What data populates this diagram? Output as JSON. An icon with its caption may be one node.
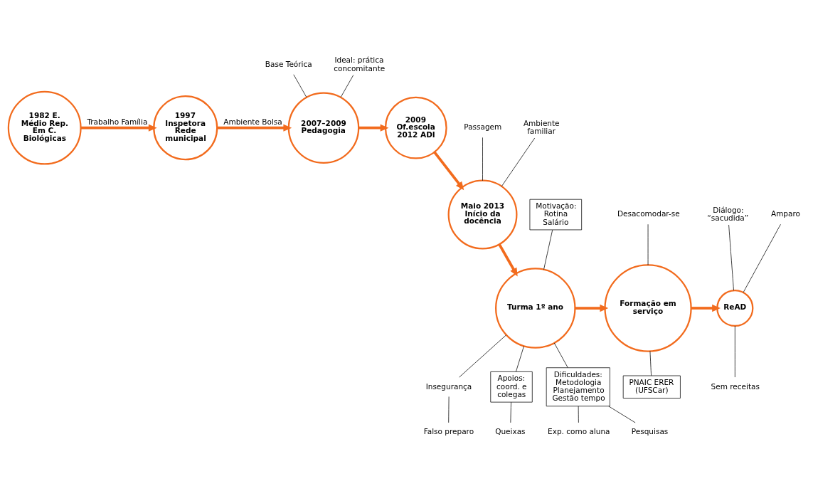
{
  "diagram": {
    "nodes": [
      {
        "text": [
          "1982 E. Médio Rep. Em C. Biológicas"
        ]
      },
      {
        "text": [
          "1997 Inspetora Rede municipal"
        ]
      },
      {
        "text": [
          "2007–2009 Pedagogia"
        ]
      },
      {
        "text": [
          "2009 Of.escola",
          "2012 ADI"
        ]
      },
      {
        "text": [
          "Maio 2013 Início da docência"
        ]
      },
      {
        "text": [
          "Turma 1º ano"
        ]
      },
      {
        "text": [
          "Formação em serviço"
        ]
      },
      {
        "text": [
          "ReAD"
        ]
      },
      {
        "text": [
          "Base Teórica"
        ]
      },
      {
        "text": [
          "Ideal: prática concomitante"
        ]
      },
      {
        "text": [
          "Passagem"
        ]
      },
      {
        "text": [
          "Ambiente familiar"
        ]
      },
      {
        "text": [
          "Motivação: Rotina Salário"
        ]
      },
      {
        "text": [
          "Insegurança"
        ]
      },
      {
        "text": [
          "Falso preparo"
        ]
      },
      {
        "text": [
          "Apoios: coord. e colegas"
        ]
      },
      {
        "text": [
          "Queixas"
        ]
      },
      {
        "text": [
          "Dificuldades: Metodologia Planejamento Gestão tempo"
        ]
      },
      {
        "text": [
          "Exp. como aluna"
        ]
      },
      {
        "text": [
          "Pesquisas"
        ]
      },
      {
        "text": [
          "Desacomodar-se"
        ]
      },
      {
        "text": [
          "PNAIC ERER (UFSCar)"
        ]
      },
      {
        "text": [
          "Diálogo: “sacudida”"
        ]
      },
      {
        "text": [
          "Amparo"
        ]
      },
      {
        "text": [
          "Sem receitas"
        ]
      }
    ],
    "edges": [
      {
        "from": 0,
        "to": 1,
        "arrow": "to",
        "label": "Trabalho Família",
        "color": "#f26b1d",
        "style": "thick"
      },
      {
        "from": 1,
        "to": 2,
        "arrow": "to",
        "label": "Ambiente Bolsa",
        "color": "#f26b1d",
        "style": "thick"
      },
      {
        "from": 2,
        "to": 3,
        "arrow": "to",
        "color": "#f26b1d",
        "style": "thick"
      },
      {
        "from": 3,
        "to": 4,
        "arrow": "to",
        "color": "#f26b1d",
        "style": "thick"
      },
      {
        "from": 4,
        "to": 5,
        "arrow": "to",
        "color": "#f26b1d",
        "style": "thick"
      },
      {
        "from": 5,
        "to": 6,
        "arrow": "to",
        "color": "#f26b1d",
        "style": "thick"
      },
      {
        "from": 6,
        "to": 7,
        "arrow": "to",
        "color": "#f26b1d",
        "style": "thick"
      },
      {
        "from": 8,
        "to": 2,
        "arrow": "none"
      },
      {
        "from": 9,
        "to": 2,
        "arrow": "none"
      },
      {
        "from": 10,
        "to": 4,
        "arrow": "none"
      },
      {
        "from": 11,
        "to": 4,
        "arrow": "none"
      },
      {
        "from": 12,
        "to": 5,
        "arrow": "none"
      },
      {
        "from": 5,
        "to": 13,
        "arrow": "none"
      },
      {
        "from": 13,
        "to": 14,
        "arrow": "none"
      },
      {
        "from": 5,
        "to": 15,
        "arrow": "none"
      },
      {
        "from": 15,
        "to": 16,
        "arrow": "none"
      },
      {
        "from": 5,
        "to": 17,
        "arrow": "none"
      },
      {
        "from": 17,
        "to": 18,
        "arrow": "none"
      },
      {
        "from": 17,
        "to": 19,
        "arrow": "none"
      },
      {
        "from": 20,
        "to": 6,
        "arrow": "none"
      },
      {
        "from": 6,
        "to": 21,
        "arrow": "none"
      },
      {
        "from": 22,
        "to": 7,
        "arrow": "none"
      },
      {
        "from": 23,
        "to": 7,
        "arrow": "none"
      },
      {
        "from": 7,
        "to": 24,
        "arrow": "none"
      }
    ]
  }
}
